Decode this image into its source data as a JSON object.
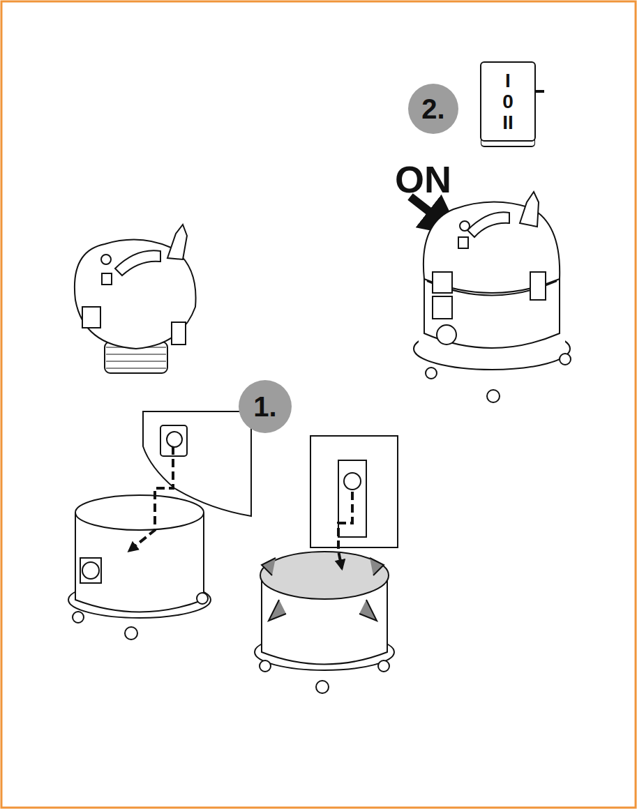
{
  "diagram": {
    "nodes": [
      {
        "text": [
          "2."
        ]
      },
      {
        "text": [
          "I",
          "0",
          "II"
        ]
      },
      {
        "text": [
          "1."
        ]
      }
    ],
    "labels": [
      "ON"
    ]
  }
}
